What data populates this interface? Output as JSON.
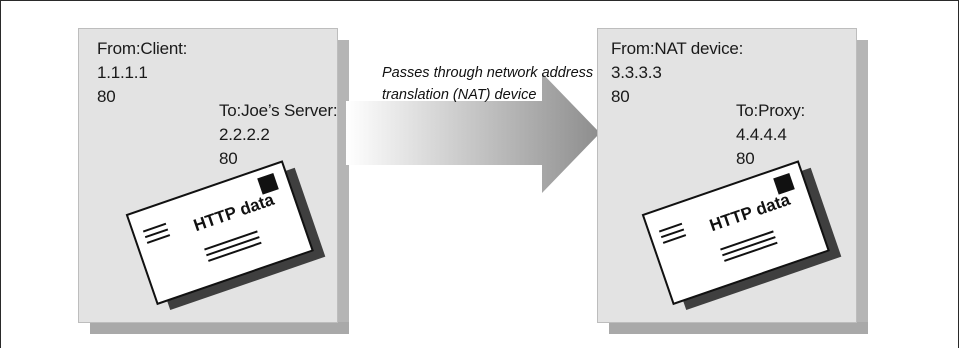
{
  "left_packet": {
    "from_label": "From:Client:",
    "from_ip": "1.1.1.1",
    "from_port": "80",
    "to_label": "To:Joe’s Server:",
    "to_ip": "2.2.2.2",
    "to_port": "80",
    "envelope_text": "HTTP data"
  },
  "arrow": {
    "caption_line1": "Passes through network address",
    "caption_line2": "translation (NAT) device"
  },
  "right_packet": {
    "from_label": "From:NAT device:",
    "from_ip": "3.3.3.3",
    "from_port": "80",
    "to_label": "To:Proxy:",
    "to_ip": "4.4.4.4",
    "to_port": "80",
    "envelope_text": "HTTP data"
  },
  "colors": {
    "panel": "#e3e3e3",
    "shadow": "#ababab",
    "arrow_start": "#ffffff",
    "arrow_end": "#8d8d8d"
  }
}
